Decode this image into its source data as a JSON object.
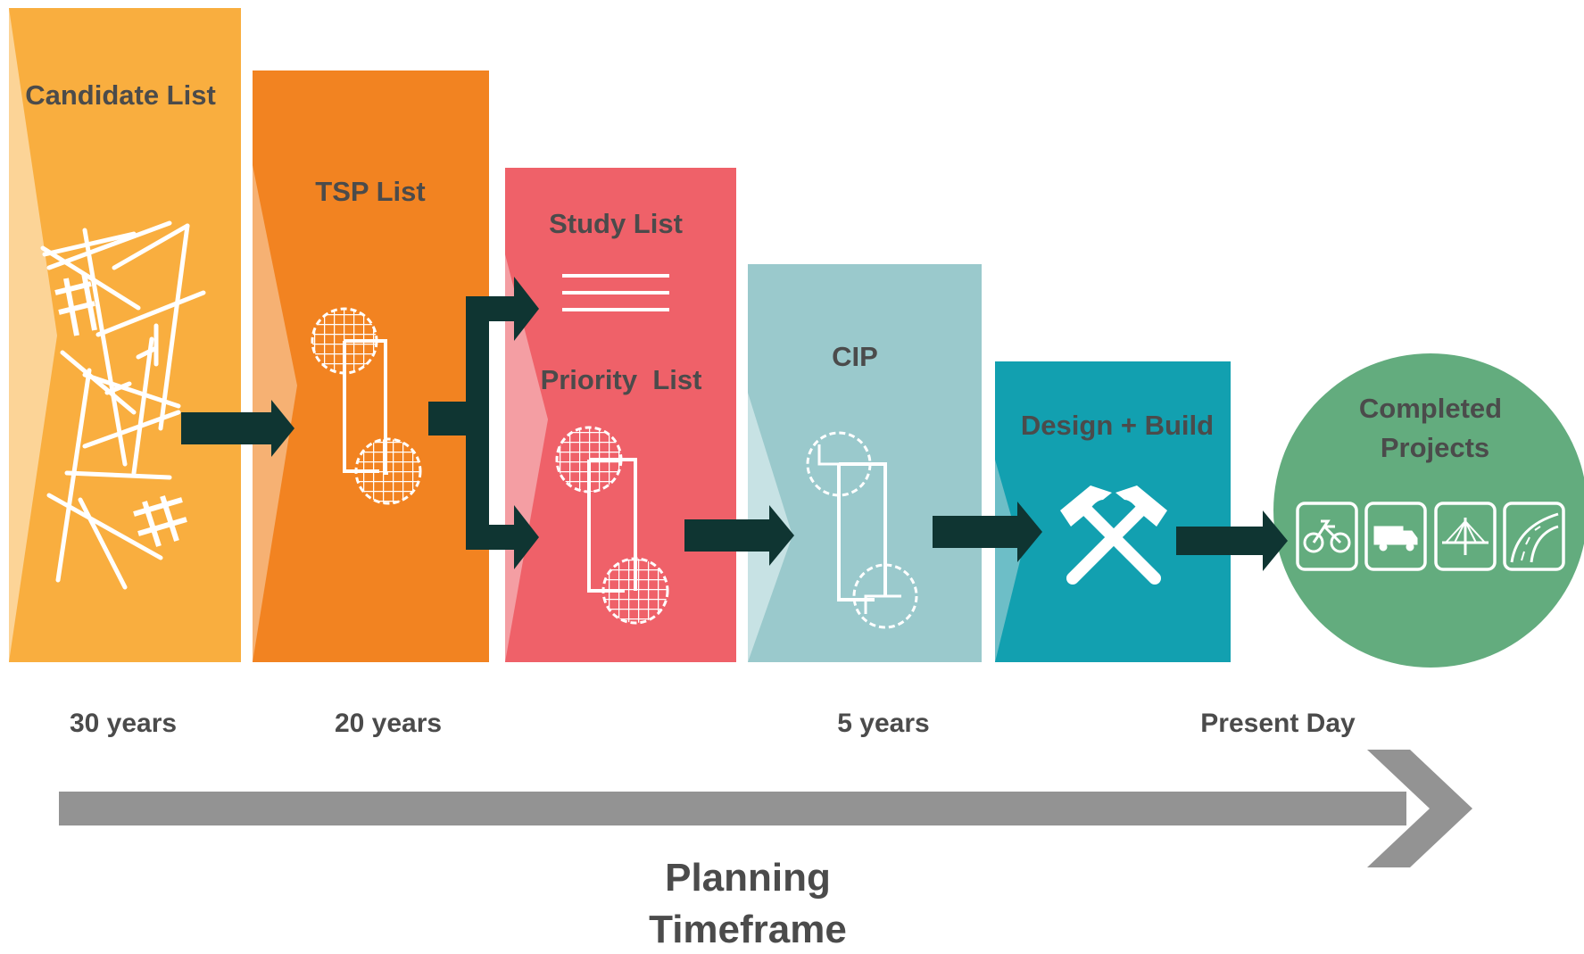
{
  "stages": [
    {
      "label": "Candidate List",
      "color": "#f9ae3f"
    },
    {
      "label": "TSP List",
      "color": "#f28321"
    },
    {
      "label": "Study List",
      "color": "#ef6169"
    },
    {
      "label": "Priority  List",
      "color": "#ef6169"
    },
    {
      "label": "CIP",
      "color": "#9ac9cc"
    },
    {
      "label": "Design + Build",
      "color": "#12a0b0"
    },
    {
      "label_line1": "Completed",
      "label_line2": "Projects",
      "color": "#63ac7e"
    }
  ],
  "timeline": {
    "ticks": [
      "30 years",
      "20 years",
      "5 years",
      "Present Day"
    ],
    "title_line1": "Planning",
    "title_line2": "Timeframe",
    "arrow_color": "#939393"
  },
  "connector_color": "#0f3532",
  "completed_icons": [
    "bicycle-icon",
    "truck-icon",
    "bridge-icon",
    "road-icon"
  ]
}
